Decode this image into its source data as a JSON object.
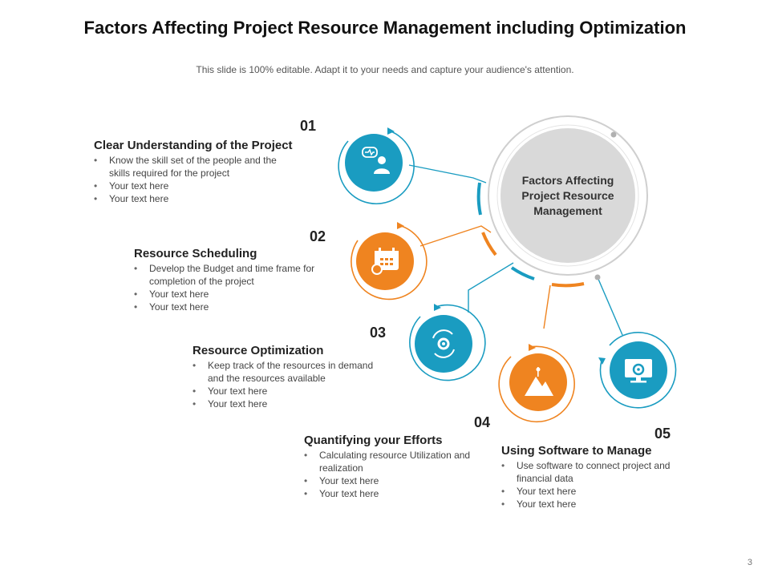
{
  "title": "Factors Affecting Project Resource Management including Optimization",
  "subtitle": "This slide is 100% editable. Adapt it to your needs and capture your audience's attention.",
  "page_number": "3",
  "center": {
    "label": "Factors Affecting Project Resource Management"
  },
  "colors": {
    "blue": "#1a9cc1",
    "orange": "#ef8420",
    "grey": "#d9d9d9"
  },
  "items": [
    {
      "number": "01",
      "heading": "Clear Understanding of the Project",
      "icon": "person-chat-icon",
      "color": "blue",
      "bullets": [
        "Know the skill set of the people and the skills required for the project",
        "Your text here",
        "Your text here"
      ]
    },
    {
      "number": "02",
      "heading": "Resource Scheduling",
      "icon": "calendar-clock-icon",
      "color": "orange",
      "bullets": [
        "Develop the Budget and time frame for completion of the project",
        "Your text here",
        "Your text here"
      ]
    },
    {
      "number": "03",
      "heading": "Resource Optimization",
      "icon": "gear-cycle-icon",
      "color": "blue",
      "bullets": [
        "Keep track of the resources in demand and the resources available",
        "Your text here",
        "Your text here"
      ]
    },
    {
      "number": "04",
      "heading": "Quantifying your Efforts",
      "icon": "mountain-flag-icon",
      "color": "orange",
      "bullets": [
        "Calculating resource Utilization and realization",
        "Your text here",
        "Your text here"
      ]
    },
    {
      "number": "05",
      "heading": "Using Software to Manage",
      "icon": "monitor-gear-icon",
      "color": "blue",
      "bullets": [
        "Use software to connect project and financial data",
        "Your text here",
        "Your text here"
      ]
    }
  ]
}
